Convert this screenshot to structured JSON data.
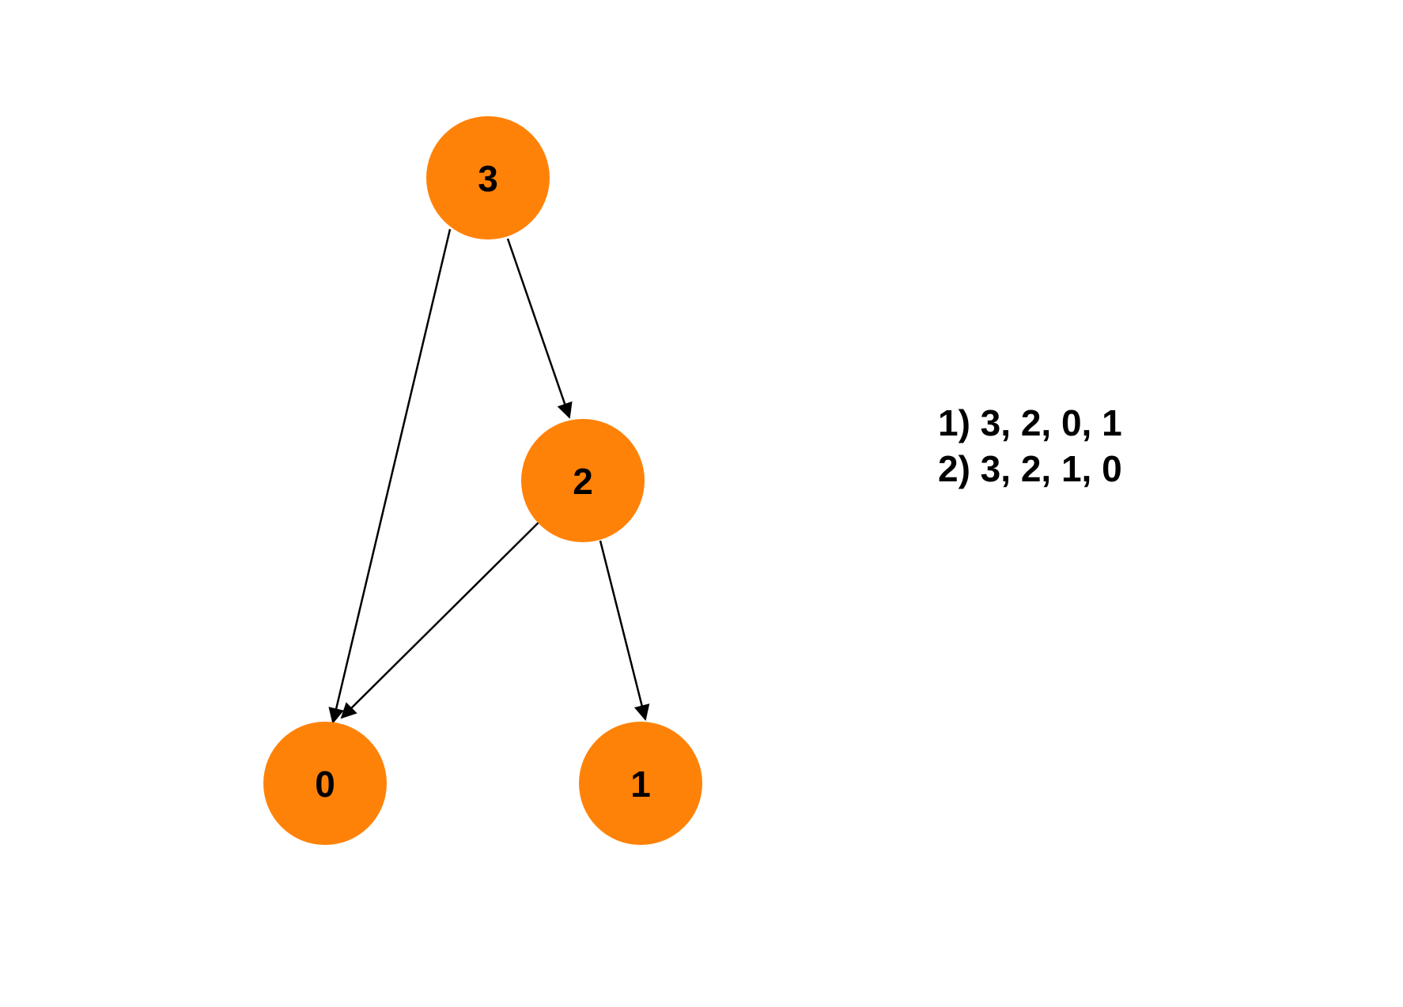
{
  "diagram": {
    "node_color": "#FF8208",
    "edge_color": "#000000",
    "nodes": [
      {
        "id": "3",
        "label": "3"
      },
      {
        "id": "2",
        "label": "2"
      },
      {
        "id": "0",
        "label": "0"
      },
      {
        "id": "1",
        "label": "1"
      }
    ],
    "edges": [
      {
        "from": "3",
        "to": "0"
      },
      {
        "from": "3",
        "to": "2"
      },
      {
        "from": "2",
        "to": "0"
      },
      {
        "from": "2",
        "to": "1"
      }
    ]
  },
  "orderings": [
    "1) 3, 2, 0, 1",
    "2) 3, 2, 1, 0"
  ]
}
